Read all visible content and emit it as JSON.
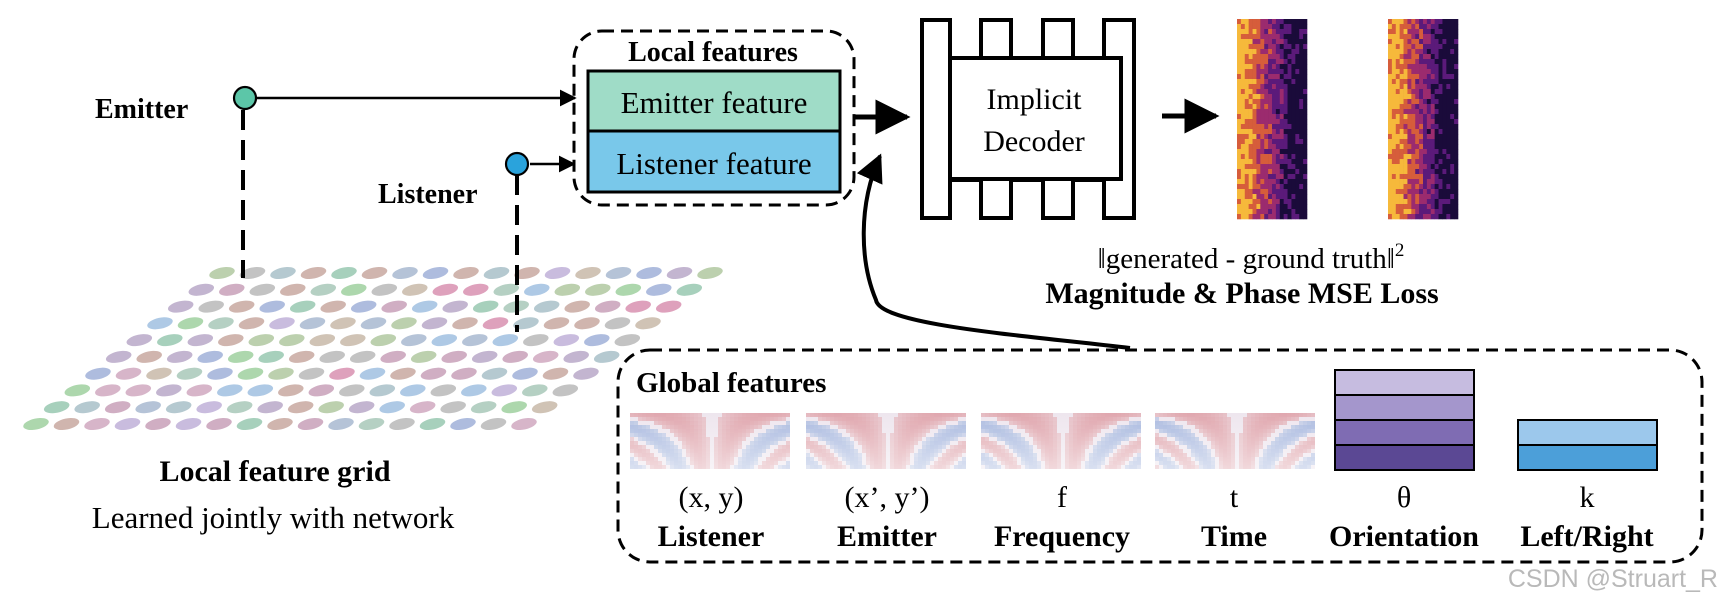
{
  "labels": {
    "emitter": "Emitter",
    "listener": "Listener",
    "grid_title": "Local feature grid",
    "grid_subtitle": "Learned jointly with network"
  },
  "local_features": {
    "title": "Local features",
    "emitter_feature": "Emitter feature",
    "listener_feature": "Listener feature"
  },
  "decoder": {
    "line1": "Implicit",
    "line2": "Decoder"
  },
  "loss": {
    "formula_base": "‖generated - ground truth‖",
    "formula_sup": "2",
    "title": "Magnitude & Phase MSE Loss"
  },
  "global_features": {
    "title": "Global features",
    "items": [
      {
        "symbol": "(x, y)",
        "name": "Listener"
      },
      {
        "symbol": "(x’, y’)",
        "name": "Emitter"
      },
      {
        "symbol": "f",
        "name": "Frequency"
      },
      {
        "symbol": "t",
        "name": "Time"
      },
      {
        "symbol": "θ",
        "name": "Orientation"
      },
      {
        "symbol": "k",
        "name": "Left/Right"
      }
    ]
  },
  "watermark": "CSDN @Struart_R",
  "colors": {
    "emitter_dot": "#5cc6a8",
    "listener_dot": "#2aa3dc",
    "emitter_feature_fill": "#9fdcc7",
    "listener_feature_fill": "#79c8ea",
    "orientation_bars": [
      "#c6bce0",
      "#a496cc",
      "#7f6cb3",
      "#5b4894"
    ],
    "leftright_bars": [
      "#9cc8ec",
      "#4c9fd9"
    ],
    "spectrogram": [
      "#1a0b3a",
      "#5b1a7a",
      "#9b2b6e",
      "#d65d3b",
      "#f6b93b"
    ]
  }
}
